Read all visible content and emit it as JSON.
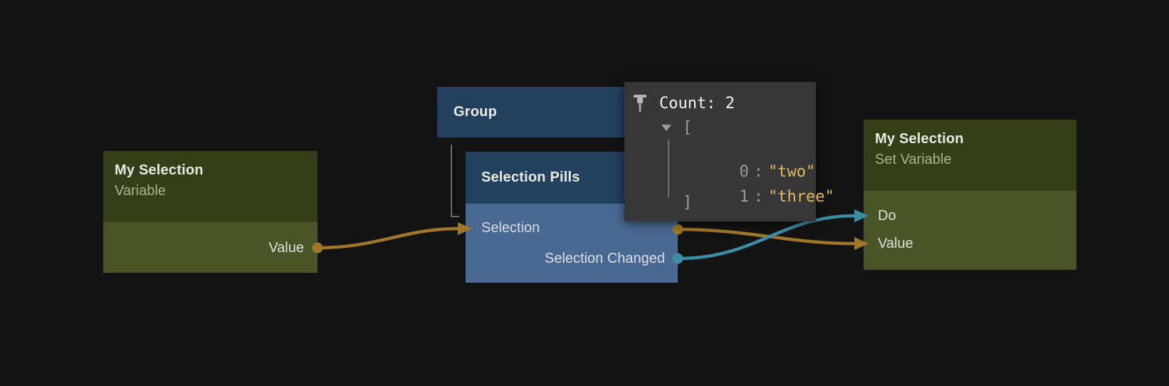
{
  "nodes": {
    "variable": {
      "title": "My Selection",
      "subtitle": "Variable",
      "ports": {
        "value_out": "Value"
      }
    },
    "group": {
      "title": "Group"
    },
    "selection_pills": {
      "title": "Selection Pills",
      "ports": {
        "selection_in": "Selection",
        "selection_changed_out": "Selection Changed"
      }
    },
    "set_variable": {
      "title": "My Selection",
      "subtitle": "Set Variable",
      "ports": {
        "do_in": "Do",
        "value_in": "Value"
      }
    }
  },
  "inspector": {
    "title": "Count: 2",
    "open_bracket": "[",
    "close_bracket": "]",
    "colon": ":",
    "items": [
      {
        "index": "0",
        "value": "\"two\""
      },
      {
        "index": "1",
        "value": "\"three\""
      }
    ]
  },
  "colors": {
    "canvas_bg": "#131313",
    "variable_node_header": "#343f17",
    "variable_node_body": "#4a5427",
    "ui_node_header": "#23405e",
    "ui_node_body": "#4a6992",
    "panel_bg": "#373737",
    "panel_text": "#f2f2f2",
    "panel_muted": "#9d9d9d",
    "string_value": "#e3ba62",
    "wire_data": "#a0762a",
    "wire_signal": "#3a8ea4",
    "connector_line": "#6a6a6a",
    "pin_icon": "#b5b5b5",
    "caret_icon": "#9a9a9a"
  }
}
